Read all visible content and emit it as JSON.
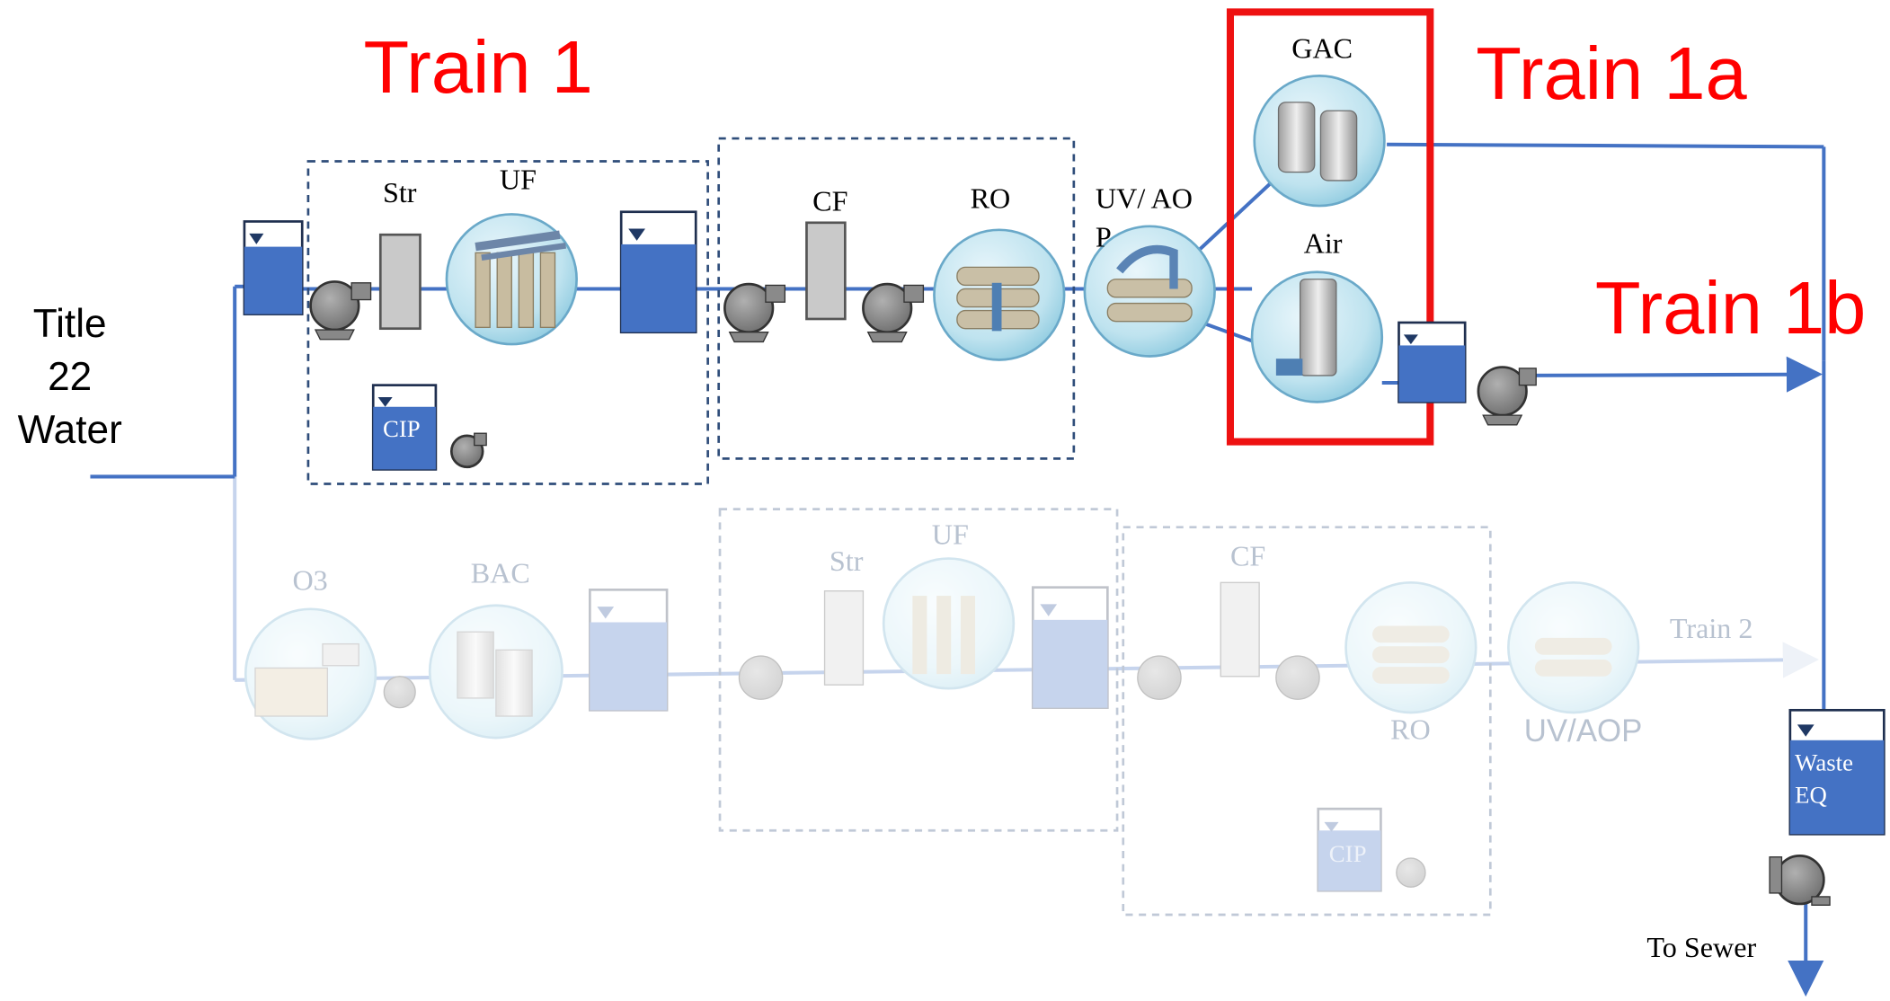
{
  "titles": {
    "train1": "Train 1",
    "train1a": "Train 1a",
    "train1b": "Train 1b"
  },
  "source": {
    "line1": "Title",
    "line2": "22",
    "line3": "Water"
  },
  "train1": {
    "str": "Str",
    "uf": "UF",
    "cf": "CF",
    "ro": "RO",
    "uv_aop_line1": "UV/ AO",
    "uv_aop_line2": "P",
    "cip": "CIP"
  },
  "train1a": {
    "gac": "GAC"
  },
  "train1b": {
    "air": "Air"
  },
  "train2": {
    "o3": "O3",
    "bac": "BAC",
    "str": "Str",
    "uf": "UF",
    "cf": "CF",
    "ro": "RO",
    "uv_aop": "UV/AOP",
    "cip": "CIP",
    "label": "Train 2"
  },
  "waste": {
    "line1": "Waste",
    "line2": "EQ",
    "sewer": "To Sewer"
  },
  "colors": {
    "title_red": "#ff0000",
    "highlight_red": "#ee1111",
    "line_blue": "#4472c4",
    "tank_blue": "#4472c4",
    "faded": "#c8d3e6"
  }
}
